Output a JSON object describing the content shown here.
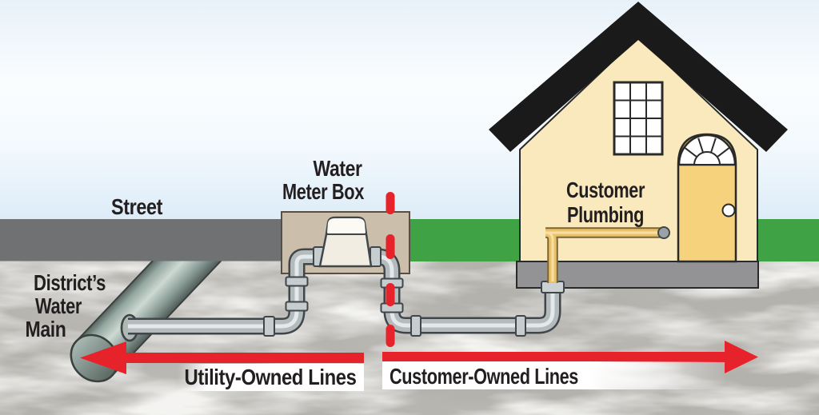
{
  "scene": {
    "labels": {
      "street": "Street",
      "district_water_main": [
        "District’s",
        "Water",
        "Main"
      ],
      "water_meter_box": [
        "Water",
        "Meter Box"
      ],
      "customer_plumbing": [
        "Customer",
        "Plumbing"
      ],
      "utility_owned_lines": "Utility-Owned Lines",
      "customer_owned_lines": "Customer-Owned Lines"
    },
    "colors": {
      "sky_top": "#e7f1f9",
      "sky_bottom": "#cfe4f4",
      "street": "#6f7173",
      "grass": "#3fa345",
      "ground": "#b4b2ad",
      "roof": "#1a1a1a",
      "wall": "#f9e9bd",
      "door": "#f6d27c",
      "foundation": "#939395",
      "meter_box": "#cbbfab",
      "meter_body": "#f2ede2",
      "pipe_gray": "#b3bbbd",
      "pipe_yellow": "#eac26c",
      "arrow_red": "#e6222a",
      "banner": "#ffffff",
      "text": "#231f20"
    }
  }
}
